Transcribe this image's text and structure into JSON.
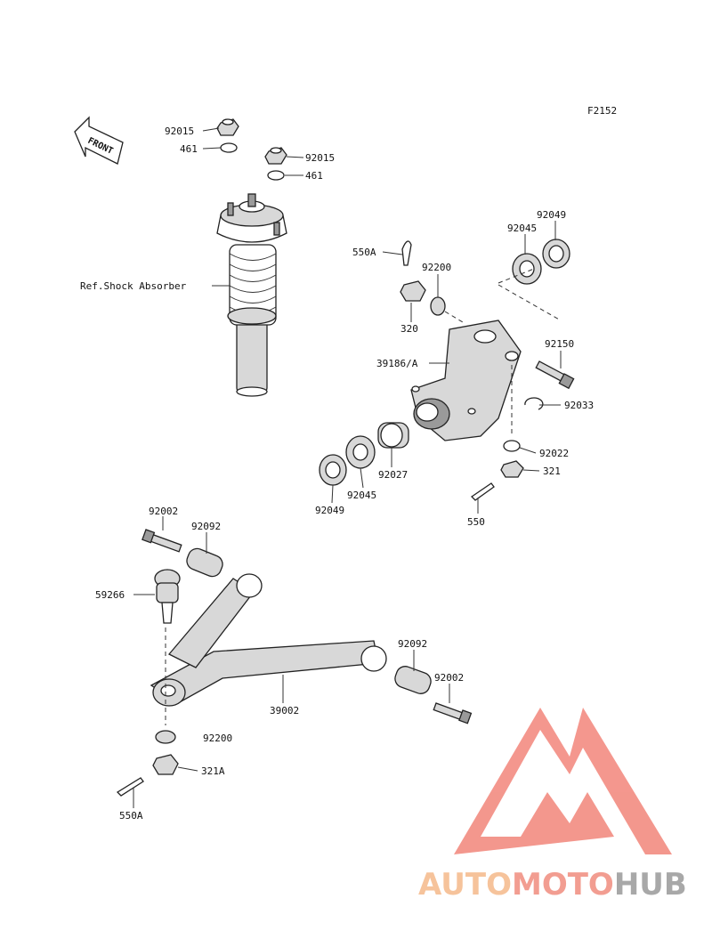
{
  "figure_code": "F2152",
  "front_label": "FRONT",
  "ref_label": "Ref.Shock Absorber",
  "callouts": [
    {
      "id": "c1",
      "text": "92015"
    },
    {
      "id": "c2",
      "text": "461"
    },
    {
      "id": "c3",
      "text": "92015"
    },
    {
      "id": "c4",
      "text": "461"
    },
    {
      "id": "c5",
      "text": "92049"
    },
    {
      "id": "c6",
      "text": "92045"
    },
    {
      "id": "c7",
      "text": "550A"
    },
    {
      "id": "c8",
      "text": "92200"
    },
    {
      "id": "c9",
      "text": "320"
    },
    {
      "id": "c10",
      "text": "92150"
    },
    {
      "id": "c11",
      "text": "39186/A"
    },
    {
      "id": "c12",
      "text": "92033"
    },
    {
      "id": "c13",
      "text": "92022"
    },
    {
      "id": "c14",
      "text": "321"
    },
    {
      "id": "c15",
      "text": "550"
    },
    {
      "id": "c16",
      "text": "92027"
    },
    {
      "id": "c17",
      "text": "92045"
    },
    {
      "id": "c18",
      "text": "92049"
    },
    {
      "id": "c19",
      "text": "92002"
    },
    {
      "id": "c20",
      "text": "92092"
    },
    {
      "id": "c21",
      "text": "59266"
    },
    {
      "id": "c22",
      "text": "92092"
    },
    {
      "id": "c23",
      "text": "92002"
    },
    {
      "id": "c24",
      "text": "39002"
    },
    {
      "id": "c25",
      "text": "92200"
    },
    {
      "id": "c26",
      "text": "321A"
    },
    {
      "id": "c27",
      "text": "550A"
    }
  ],
  "watermark": {
    "part1": "AUTO",
    "part2": "MOTO",
    "part3": "HUB",
    "color1": "#f5b98a",
    "color2": "#f08c7e",
    "color3": "#9a9a9a",
    "logo_color": "#f2857a"
  }
}
